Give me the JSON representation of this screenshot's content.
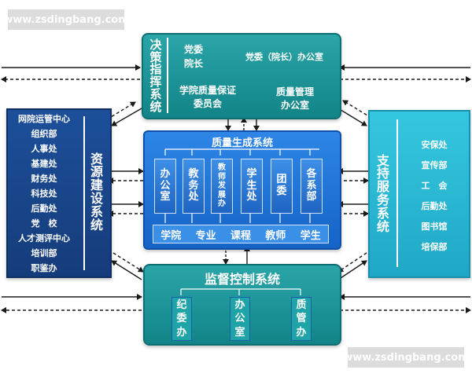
{
  "watermarks": [
    "www.zsdingbang.com",
    "www.zsdingbang.com"
  ],
  "decision": {
    "title_chars": [
      "决",
      "策",
      "指",
      "挥",
      "系",
      "统"
    ],
    "party": "党委",
    "dean": "院长",
    "party_office": "党委（院长）办公室",
    "quality_committee": [
      "学院质量保证",
      "委员会"
    ],
    "quality_office": [
      "质量管理",
      "办公室"
    ]
  },
  "resource": {
    "title_chars": [
      "资",
      "源",
      "建",
      "设",
      "系",
      "统"
    ],
    "items": [
      "网院运管中心",
      "组织部",
      "人事处",
      "基建处",
      "财务处",
      "科技处",
      "后勤处",
      "党　校",
      "人才测评中心",
      "培训部",
      "职鉴办"
    ]
  },
  "generation": {
    "title": "质量生成系统",
    "units": [
      [
        "办",
        "公",
        "室"
      ],
      [
        "教",
        "务",
        "处"
      ],
      [
        "教",
        "师",
        "发",
        "展",
        "办"
      ],
      [
        "学",
        "生",
        "处"
      ],
      [
        "团",
        "委"
      ],
      [
        "各",
        "系",
        "部"
      ]
    ],
    "scope": [
      "学院",
      "专业",
      "课程",
      "教师",
      "学生"
    ]
  },
  "support": {
    "title_chars": [
      "支",
      "持",
      "服",
      "务",
      "系",
      "统"
    ],
    "items": [
      "安保处",
      "宣传部",
      "工　会",
      "后勤处",
      "图书馆",
      "培保部"
    ]
  },
  "monitor": {
    "title": "监督控制系统",
    "units": [
      [
        "纪",
        "委",
        "办"
      ],
      [
        "办",
        "公",
        "室"
      ],
      [
        "质",
        "管",
        "办"
      ]
    ]
  },
  "colors": {
    "teal": "#1a9a9e",
    "navy": "#1a4690",
    "blue": "#1f72d8",
    "cyan": "#28b8d4",
    "arrow": "#1a1a1a"
  }
}
